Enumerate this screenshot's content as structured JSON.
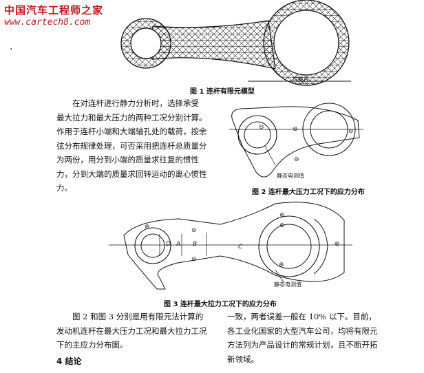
{
  "watermark": {
    "title": "中国汽车工程师之家",
    "url": "www.cartech8.com"
  },
  "margin_mark": "·",
  "fig1": {
    "caption": "图 1   连杆有限元模型",
    "label": "应变片"
  },
  "fig2": {
    "caption": "图 2   连杆最大压力工况下的应力分布",
    "label": "静态电测值",
    "signs": [
      "⊖",
      "⊖",
      "⊖",
      "⊖"
    ]
  },
  "fig3": {
    "caption": "图 3   连杆最大拉力工况下的应力分布",
    "label": "静态电测值",
    "sections": [
      "D",
      "A",
      "B",
      "C"
    ],
    "signs": [
      "⊕",
      "⊕",
      "⊕",
      "⊖",
      "⊖",
      "⊕",
      "⊕"
    ]
  },
  "paragraph1": [
    "在对连杆进行静力分析时，选择承受",
    "最大拉力和最大压力的两种工况分别计算。",
    "作用于连杆小端和大端轴孔处的载荷，按余",
    "弦分布规律处理，可否采用把连杆总质量分",
    "为两份，用分到小端的质量求往复的惯性",
    "力，分到大端的质量求回转运动的离心惯性",
    "力。"
  ],
  "paragraph2": [
    "图 2 和图 3 分别是用有限元法计算的",
    "发动机连杆在最大压力工况和最大拉力工况",
    "下的主应力分布图。"
  ],
  "paragraph3": [
    "一致，两者误差一般在 10% 以下。目前，",
    "各工业化国家的大型汽车公司，均将有限元",
    "方法列为产品设计的常规计划，且不断开拓",
    "新领域。"
  ],
  "section_heading": "4 结论"
}
